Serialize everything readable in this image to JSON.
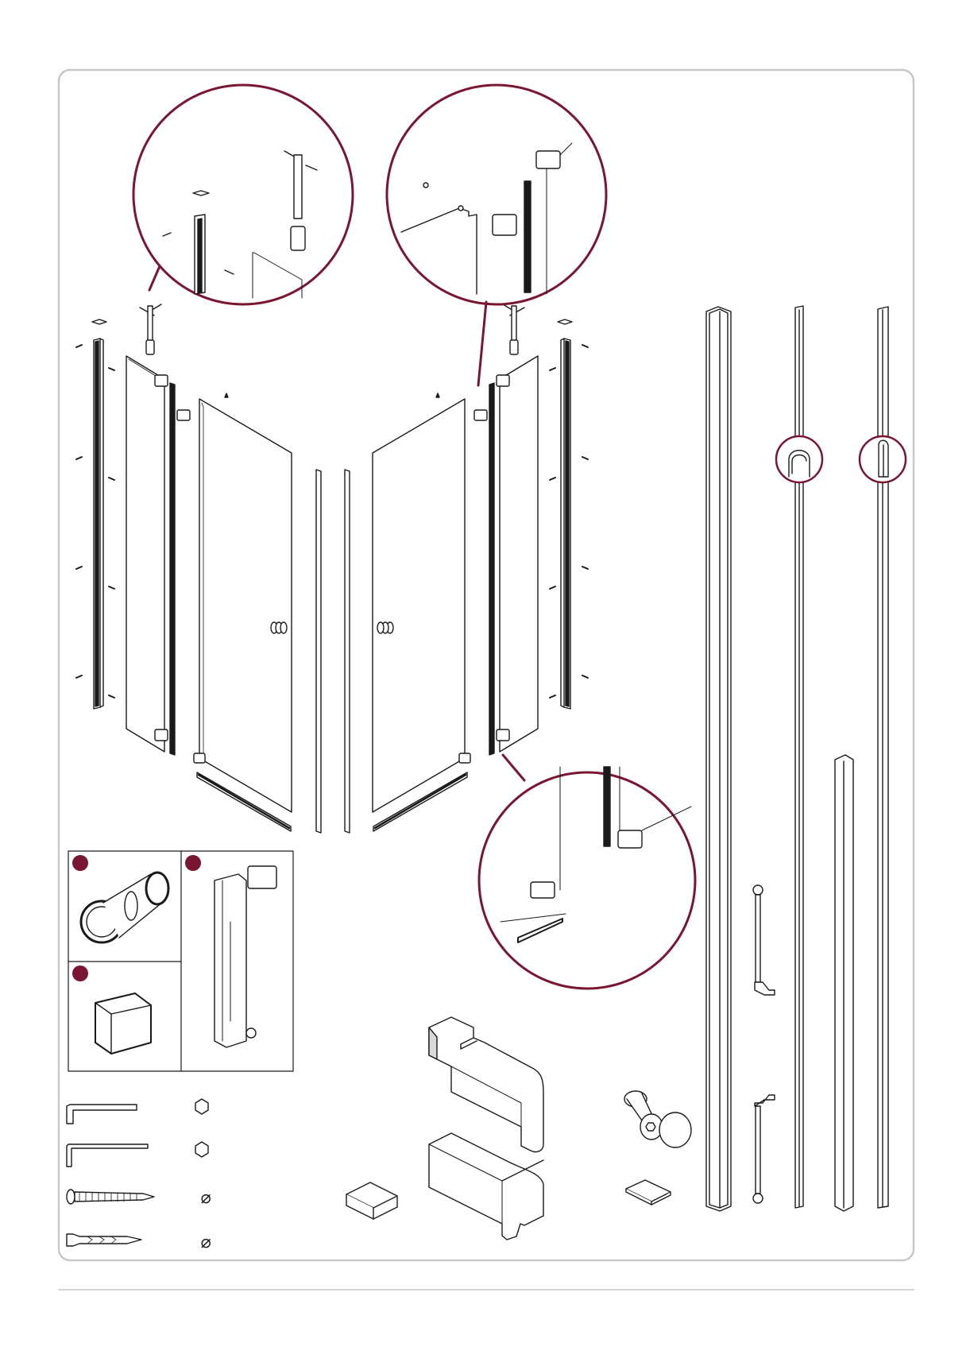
{
  "title": "",
  "colors": {
    "accent": "#7a1631",
    "stroke": "#1a1a1a",
    "frame": "#c8c8c8",
    "fill": "#ffffff",
    "shade": "#d9d9d9"
  },
  "panel_badges": [
    {
      "id": "knob",
      "label": ""
    },
    {
      "id": "handle",
      "label": ""
    },
    {
      "id": "cap",
      "label": ""
    }
  ],
  "hardware_legend": [
    {
      "tool": "allen-key-large",
      "symbol": "hexagon",
      "size": ""
    },
    {
      "tool": "allen-key-small",
      "symbol": "hexagon",
      "size": ""
    },
    {
      "tool": "screw",
      "symbol": "⌀",
      "size": ""
    },
    {
      "tool": "wall-plug",
      "symbol": "⌀",
      "size": ""
    }
  ],
  "icons": [
    "zoom-detail-circle-icon",
    "glass-panel-icon",
    "wall-profile-icon",
    "door-knob-icon",
    "door-handle-icon",
    "hinge-icon",
    "seal-profile-icon",
    "stabilizer-bar-icon",
    "allen-key-icon",
    "screw-icon",
    "wall-plug-icon",
    "end-cap-icon",
    "rubber-block-icon",
    "bolt-icon"
  ],
  "footer": {
    "page_number": ""
  }
}
